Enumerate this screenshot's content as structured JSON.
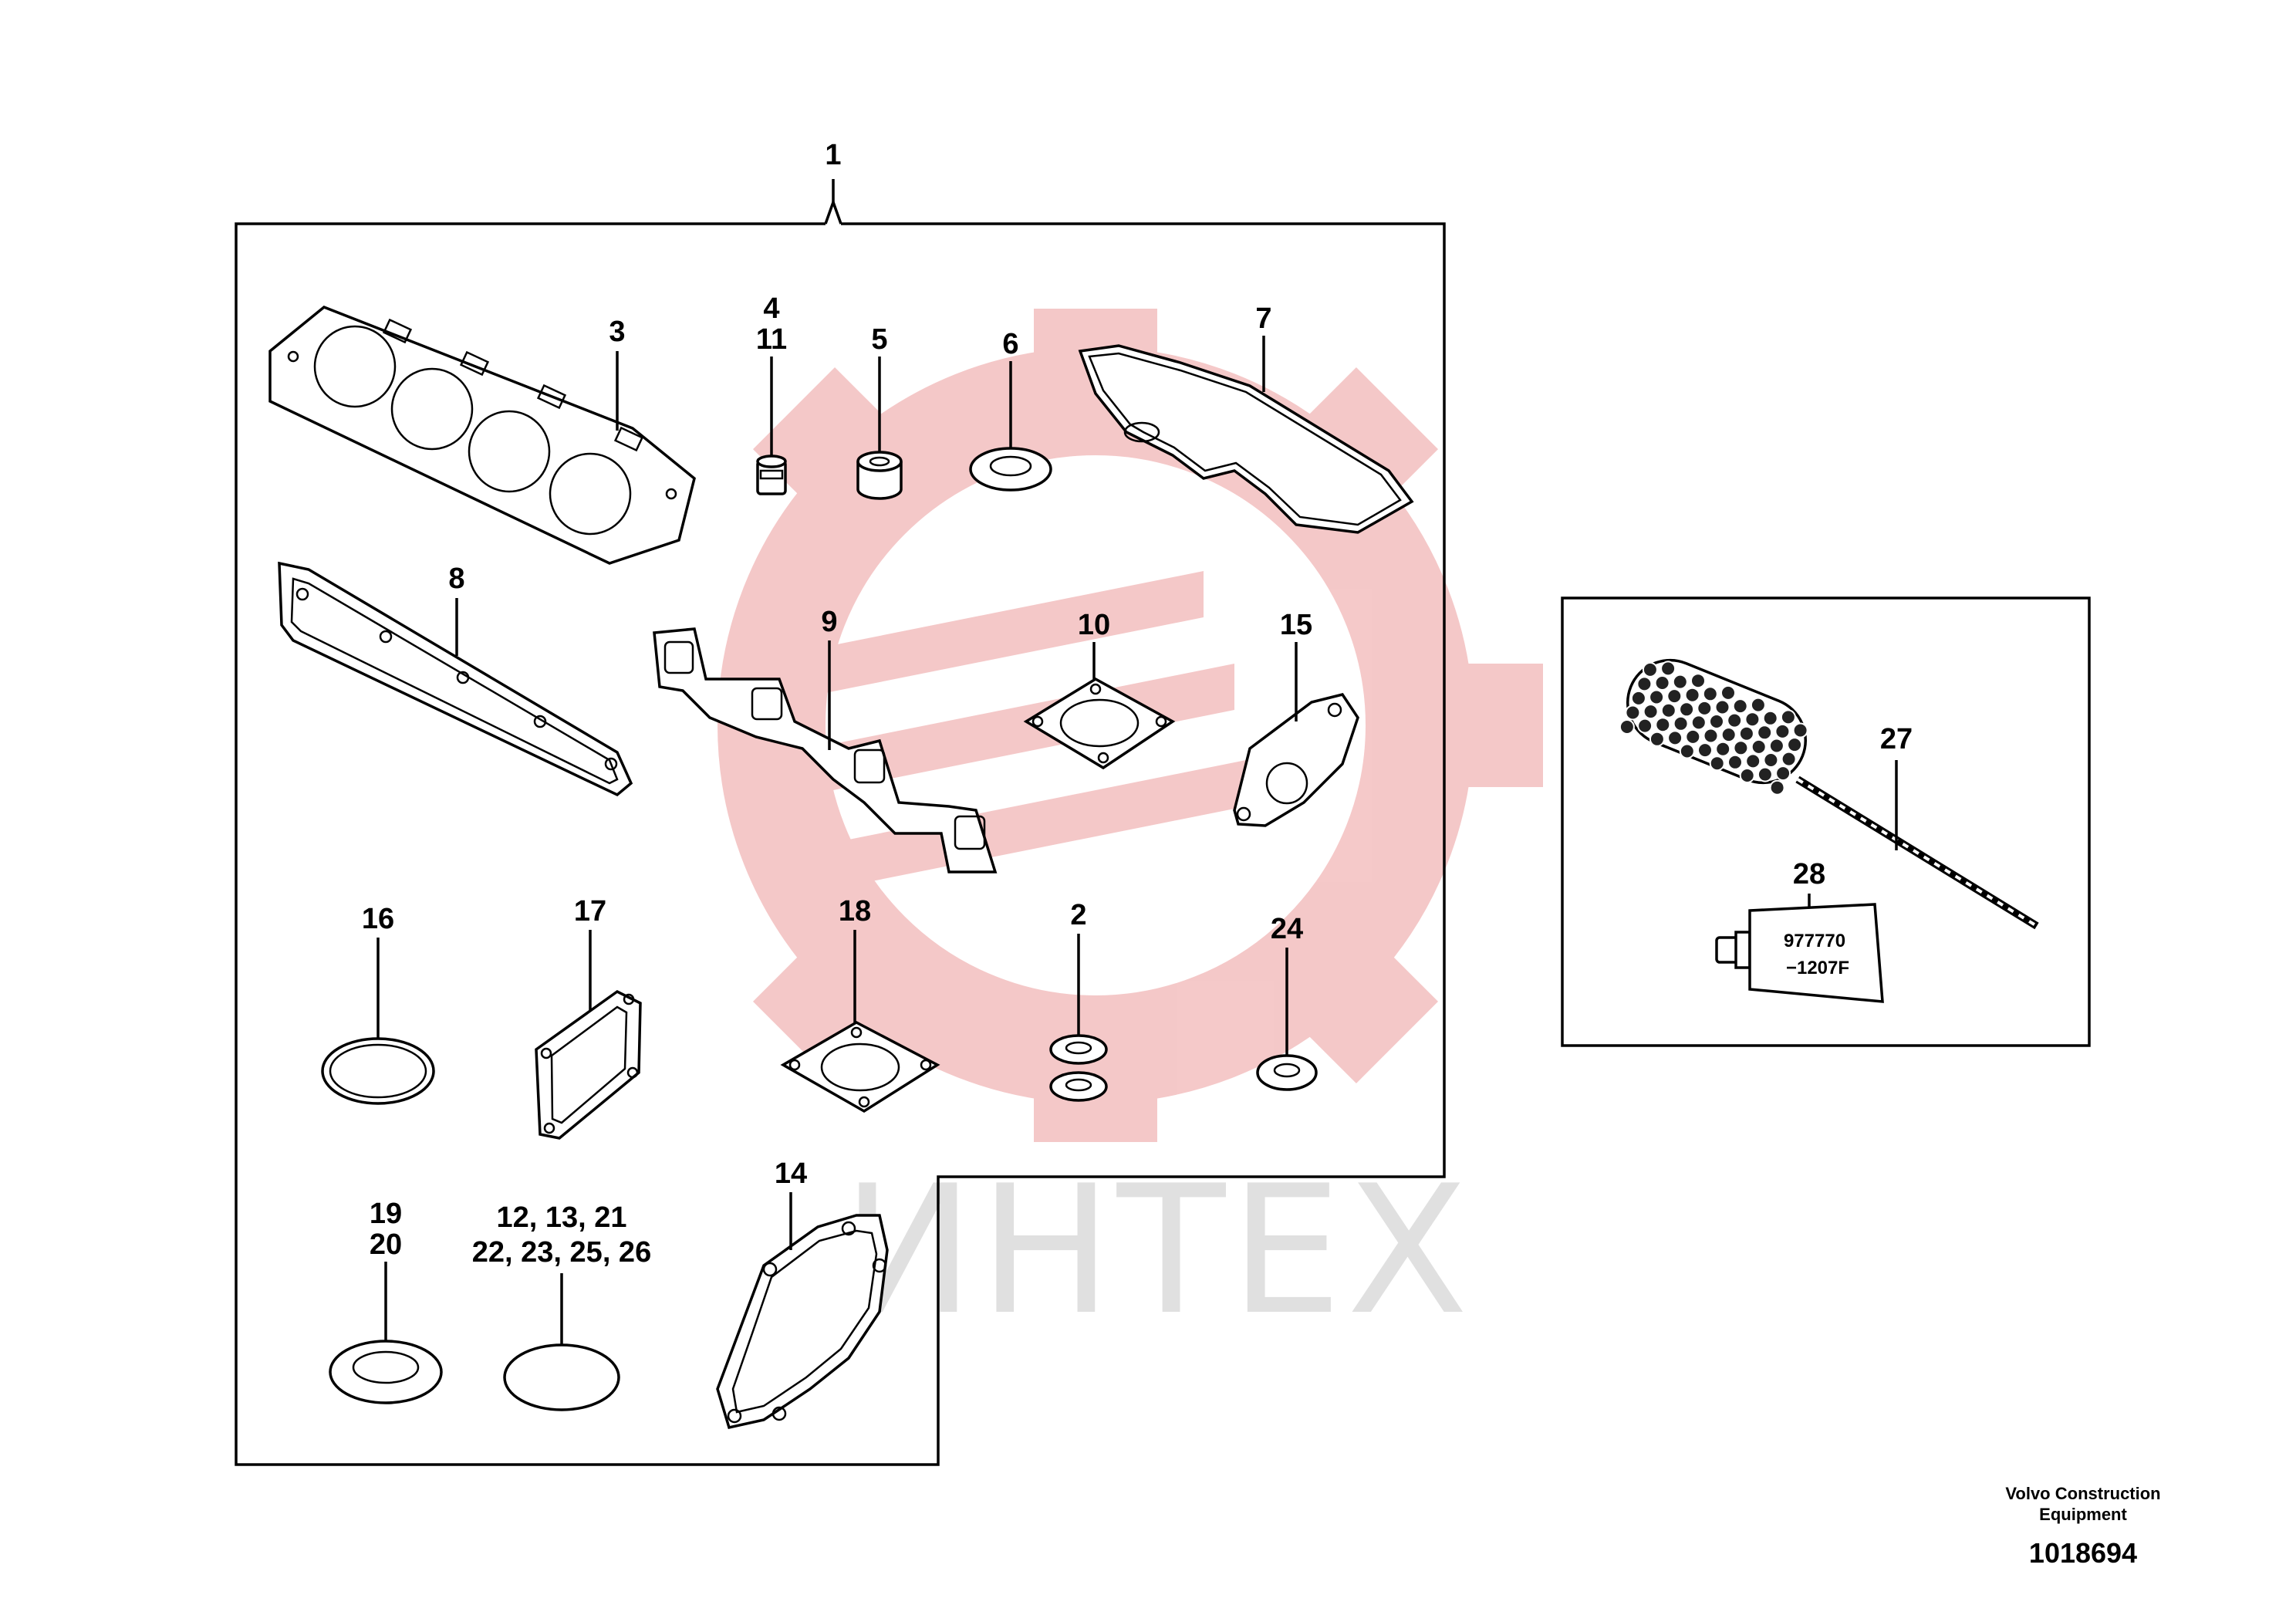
{
  "watermark": {
    "text": "ИНТЕХ",
    "color": "#f4c6c6",
    "text_color": "#e0e0e0"
  },
  "callouts": {
    "kit": "1",
    "c3": "3",
    "c4_11": [
      "4",
      "11"
    ],
    "c5": "5",
    "c6": "6",
    "c7": "7",
    "c8": "8",
    "c9": "9",
    "c10": "10",
    "c15": "15",
    "c16": "16",
    "c17": "17",
    "c18": "18",
    "c2": "2",
    "c24": "24",
    "c19_20": [
      "19",
      "20"
    ],
    "c_multi": [
      "12, 13, 21",
      "22, 23, 25, 26"
    ],
    "c14": "14",
    "c27": "27",
    "c28": "28"
  },
  "tube_text": [
    "977770",
    "−1207F"
  ],
  "footer": {
    "company_line1": "Volvo Construction",
    "company_line2": "Equipment",
    "drawing_number": "1018694"
  }
}
